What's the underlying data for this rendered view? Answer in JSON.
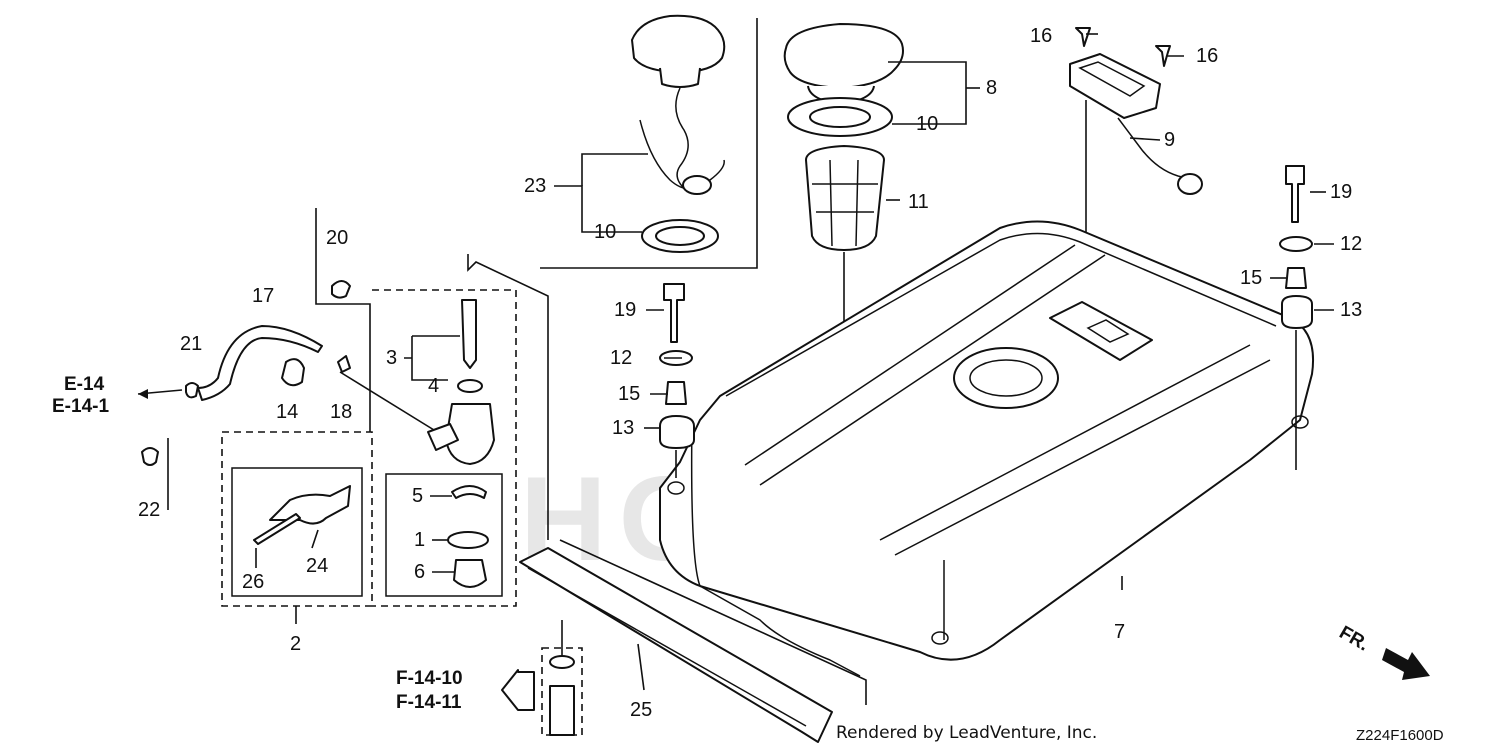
{
  "labels": {
    "p1": "1",
    "p2": "2",
    "p3": "3",
    "p4": "4",
    "p5": "5",
    "p6": "6",
    "p7": "7",
    "p8": "8",
    "p9": "9",
    "p10a": "10",
    "p10b": "10",
    "p11": "11",
    "p12a": "12",
    "p12b": "12",
    "p13a": "13",
    "p13b": "13",
    "p14": "14",
    "p15a": "15",
    "p15b": "15",
    "p16a": "16",
    "p16b": "16",
    "p17": "17",
    "p18": "18",
    "p19a": "19",
    "p19b": "19",
    "p20": "20",
    "p21": "21",
    "p22": "22",
    "p23": "23",
    "p24": "24",
    "p25": "25",
    "p26": "26"
  },
  "refs": {
    "e14": "E-14",
    "e14_1": "E-14-1",
    "f14_10": "F-14-10",
    "f14_11": "F-14-11",
    "front": "FR."
  },
  "watermark": "HONDA",
  "footer": {
    "credit": "Rendered by LeadVenture, Inc.",
    "code": "Z224F1600D"
  }
}
